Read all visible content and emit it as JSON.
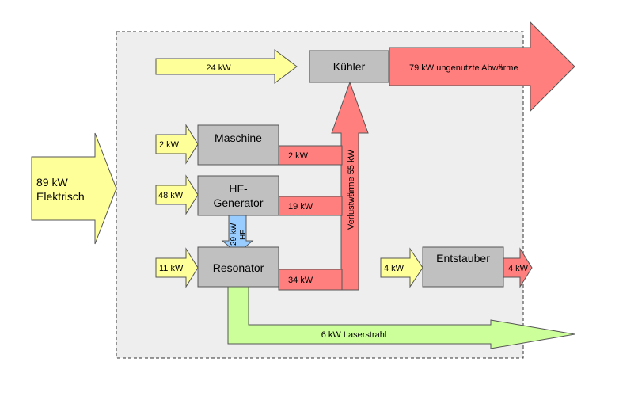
{
  "input": {
    "line1": "89 kW",
    "line2": "Elektrisch"
  },
  "inputs": {
    "kuehler": "24 kW",
    "maschine": "2 kW",
    "hf_generator": "48 kW",
    "resonator": "11 kW",
    "entstauber": "4 kW"
  },
  "boxes": {
    "kuehler": "Kühler",
    "maschine": "Maschine",
    "hf_line1": "HF-",
    "hf_line2": "Generator",
    "resonator": "Resonator",
    "entstauber": "Entstauber"
  },
  "losses": {
    "maschine": "2 kW",
    "hf_generator": "19 kW",
    "resonator": "34 kW",
    "entstauber": "4  kW",
    "verlustwaerme": "Verlustwärme 55 kW",
    "abwaerme": "79 kW ungenutzte Abwärme"
  },
  "hf_flow": {
    "line1": "29 kW",
    "line2": "HF"
  },
  "laser": "6 kW Laserstrahl",
  "colors": {
    "yellow": "#ffff99",
    "red": "#ff7f7f",
    "green": "#ccff99",
    "blue": "#99ccff",
    "box_gray": "#c0c0c0",
    "panel": "#eeeeee"
  }
}
